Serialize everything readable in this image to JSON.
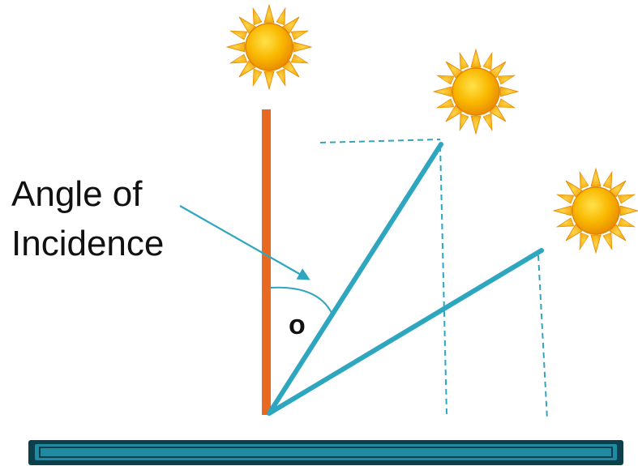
{
  "labels": {
    "angle_line1": "Angle of",
    "angle_line2": "Incidence",
    "angle_symbol": "o"
  },
  "colors": {
    "wall": "#e86a22",
    "ray": "#2ea6c0",
    "dashed": "#2ea6c0",
    "ground_fill": "#1f8aa1",
    "ground_border": "#0b3f4c",
    "sun_body": "#f7a300",
    "sun_rays": "#f7b500"
  },
  "icons": {
    "sun": "sun-icon"
  }
}
